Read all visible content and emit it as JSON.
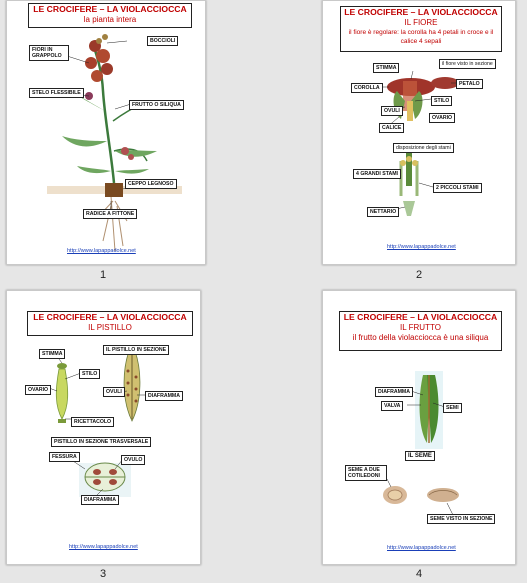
{
  "pages": [
    {
      "number": "1",
      "title": "LE CROCIFERE – LA VIOLACCIOCCA",
      "subtitle": "la pianta intera",
      "labels": [
        "BOCCIOLI",
        "FIORI IN GRAPPOLO",
        "STELO FLESSIBILE",
        "FRUTTO O SILIQUA",
        "CEPPO LEGNOSO",
        "RADICE A FITTONE"
      ],
      "link": "http://www.lapappadolce.net"
    },
    {
      "number": "2",
      "title": "LE CROCIFERE – LA VIOLACCIOCCA",
      "subtitle": "IL FIORE",
      "note": "il fiore è regolare: la corolla ha 4 petali in croce e il calice 4 sepali",
      "labels": [
        "STIMMA",
        "il fiore visto in sezione",
        "COROLLA",
        "PETALO",
        "STILO",
        "OVULI",
        "OVARIO",
        "CALICE",
        "disposizione degli stami",
        "4 GRANDI STAMI",
        "2 PICCOLI STAMI",
        "NETTARIO"
      ],
      "link": "http://www.lapappadolce.net"
    },
    {
      "number": "3",
      "title": "LE CROCIFERE – LA VIOLACCIOCCA",
      "subtitle": "IL PISTILLO",
      "labels": [
        "STIMMA",
        "IL PISTILLO IN SEZIONE",
        "STILO",
        "OVARIO",
        "OVULI",
        "DIAFRAMMA",
        "RICETTACOLO",
        "PISTILLO IN SEZIONE TRASVERSALE",
        "FESSURA",
        "OVULO",
        "DIAFRAMMA"
      ],
      "link": "http://www.lapappadolce.net"
    },
    {
      "number": "4",
      "title": "LE CROCIFERE – LA VIOLACCIOCCA",
      "subtitle": "IL FRUTTO",
      "subtitle2": "il frutto della violacciocca è una siliqua",
      "labels": [
        "DIAFRAMMA",
        "VALVA",
        "SEMI",
        "IL SEME",
        "SEME A DUE COTILEDONI",
        "SEME VISTO IN SEZIONE"
      ],
      "link": "http://www.lapappadolce.net"
    }
  ]
}
